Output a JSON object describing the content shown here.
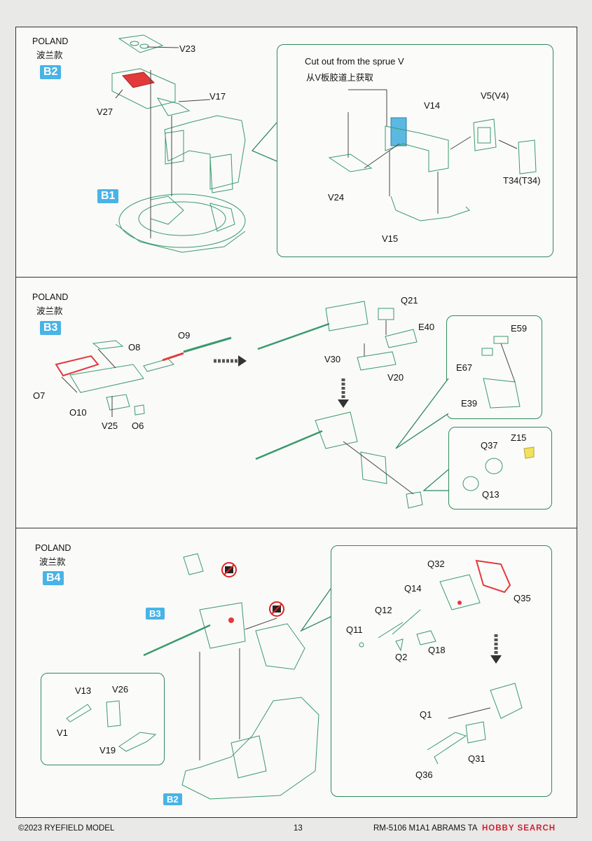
{
  "sections": [
    {
      "id": "B2",
      "country": "POLAND",
      "country_cn": "波兰款",
      "badge": "B2",
      "note": "Cut out from the sprue V",
      "note_cn": "从V板胶道上获取",
      "sub_badge": "B1",
      "parts": [
        "V23",
        "V17",
        "V27",
        "V14",
        "V5(V4)",
        "V24",
        "T34(T34)",
        "V15"
      ]
    },
    {
      "id": "B3",
      "country": "POLAND",
      "country_cn": "波兰款",
      "badge": "B3",
      "parts": [
        "O8",
        "O9",
        "O7",
        "O10",
        "V25",
        "O6",
        "Q21",
        "E40",
        "V30",
        "V20",
        "E59",
        "E67",
        "E39",
        "Z15",
        "Q37",
        "Q13"
      ]
    },
    {
      "id": "B4",
      "country": "POLAND",
      "country_cn": "波兰款",
      "badge": "B4",
      "sub_badges": [
        "B3",
        "B2"
      ],
      "parts": [
        "Q32",
        "Q14",
        "Q35",
        "Q12",
        "Q11",
        "Q2",
        "Q18",
        "V13",
        "V26",
        "V1",
        "V19",
        "Q1",
        "Q31",
        "Q36"
      ]
    }
  ],
  "footer": {
    "copyright": "©2023 RYEFIELD MODEL",
    "page": "13",
    "product": "RM-5106 M1A1 ABRAMS TA",
    "watermark": "HOBBY SEARCH"
  },
  "colors": {
    "badge": "#49b3e6",
    "callout_border": "#2f8a5c",
    "part_outline": "#3a9a6a",
    "highlight": "#e23a3a",
    "accent_part": "#5bb8e0"
  },
  "icons": [
    "no-glue-icon",
    "arrow-down-icon",
    "arrow-right-icon"
  ]
}
